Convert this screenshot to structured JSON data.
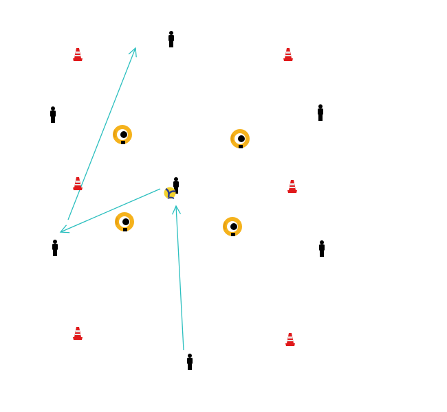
{
  "diagram": {
    "type": "volleyball drill",
    "colors": {
      "arrow": "#2bbfbf",
      "player": "#000000",
      "cone_red": "#e0191b",
      "cone_white": "#e8e8e8",
      "ring": "#f5b21c",
      "ball_yellow": "#f3d22e",
      "ball_blue": "#2a3c8c"
    },
    "counts": {
      "players": 7,
      "ring_players": 4,
      "cones": 6,
      "balls": 1,
      "arrows": 3
    }
  }
}
